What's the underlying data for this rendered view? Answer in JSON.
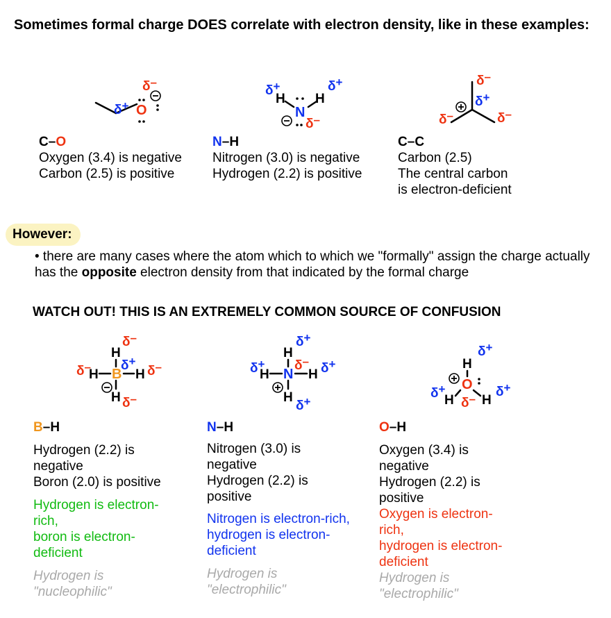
{
  "heading": "Sometimes formal charge DOES correlate with electron density, like in these examples:",
  "colors": {
    "oxygen": "#ee3311",
    "nitrogen": "#1133ee",
    "boron": "#f0961e",
    "green": "#11bb11",
    "grey": "#a9a9a9",
    "highlight": "#fbf3c2"
  },
  "molecule_labels": {
    "delta": "δ",
    "plus": "+",
    "minus": "–",
    "O": "O",
    "N": "N",
    "B": "B",
    "H": "H"
  },
  "top_examples": [
    {
      "bond_a": "C",
      "dash": "–",
      "bond_b": "O",
      "line1": "Oxygen (3.4) is negative",
      "line2": "Carbon (2.5) is positive"
    },
    {
      "bond_a": "N",
      "dash": "–",
      "bond_b": "H",
      "line1": "Nitrogen (3.0) is negative",
      "line2": "Hydrogen (2.2) is positive"
    },
    {
      "bond_a": "C",
      "dash": "–",
      "bond_b": "C",
      "line1": "Carbon (2.5)",
      "line2": "The central carbon",
      "line3": "is electron-deficient"
    }
  ],
  "however_label": "However:",
  "bullet": {
    "pre": "• there are many cases where the atom which to which we \"formally\" assign the charge actually has the ",
    "bold": "opposite",
    "post": " electron density from that indicated by the formal charge"
  },
  "warning": "WATCH OUT! THIS IS AN EXTREMELY COMMON SOURCE OF CONFUSION",
  "bottom_examples": [
    {
      "bond_a": "B",
      "dash": "–",
      "bond_b": "H",
      "desc": [
        "Hydrogen (2.2) is",
        "negative",
        "Boron (2.0) is positive"
      ],
      "result": [
        "Hydrogen is electron-",
        "rich,",
        "boron is electron-",
        "deficient"
      ],
      "reactivity": [
        "Hydrogen is",
        "\"nucleophilic\""
      ]
    },
    {
      "bond_a": "N",
      "dash": "–",
      "bond_b": "H",
      "desc": [
        "Nitrogen (3.0) is",
        "negative",
        "Hydrogen (2.2) is",
        "positive"
      ],
      "result": [
        "Nitrogen is electron-rich,",
        "hydrogen is electron-",
        "deficient"
      ],
      "reactivity": [
        "Hydrogen is",
        "\"electrophilic\""
      ]
    },
    {
      "bond_a": "O",
      "dash": "–",
      "bond_b": "H",
      "desc": [
        "Oxygen (3.4) is",
        "negative",
        "Hydrogen (2.2) is",
        "positive"
      ],
      "result": [
        "Oxygen is electron-",
        "rich,",
        "hydrogen is electron-",
        "deficient"
      ],
      "reactivity": [
        "Hydrogen is",
        "\"electrophilic\""
      ]
    }
  ]
}
